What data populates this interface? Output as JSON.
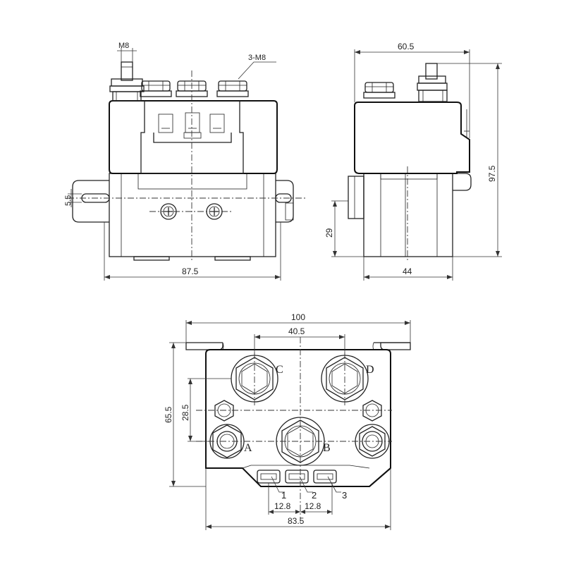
{
  "front_view": {
    "bolt_label": "M8",
    "terminals_label": "3-M8",
    "bracket_label": "5.5",
    "width_label": "87.5"
  },
  "side_view": {
    "width_label": "60.5",
    "height_label": "97.5",
    "base_height_label": "29",
    "depth_label": "44"
  },
  "top_view": {
    "width_label": "100",
    "spacing_label": "40.5",
    "height_label": "65.5",
    "pitch_label": "28.5",
    "base_label": "83.5",
    "pin_spacing_left": "12.8",
    "pin_spacing_right": "12.8",
    "terminal_c": "C",
    "terminal_d": "D",
    "terminal_a": "A",
    "terminal_b": "B",
    "pin_1": "1",
    "pin_2": "2",
    "pin_3": "3"
  }
}
